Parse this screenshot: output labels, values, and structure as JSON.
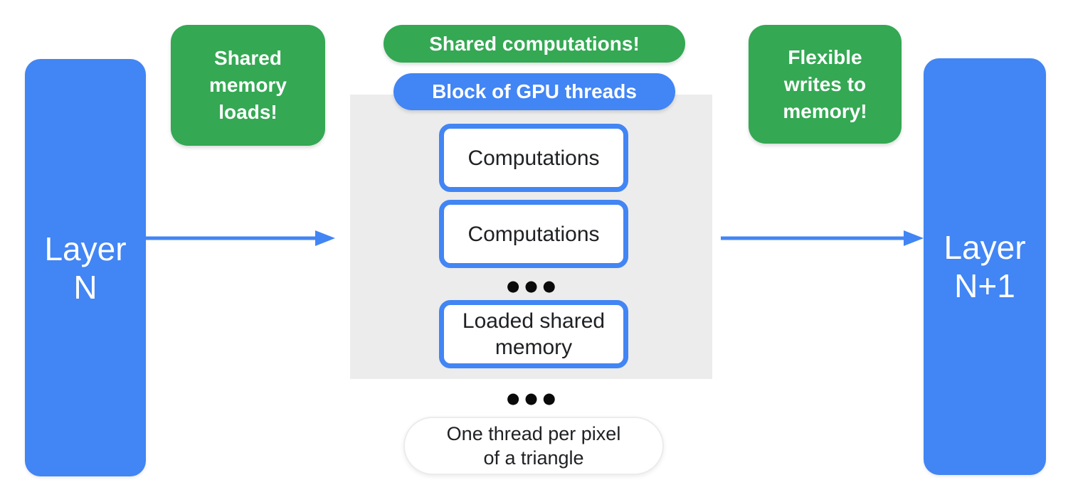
{
  "colors": {
    "blue": "#4285F4",
    "green": "#34A853",
    "panel_gray": "#ECECEC",
    "text_dark": "#202124",
    "text_white": "#FFFFFF"
  },
  "layers": {
    "left": {
      "lines": [
        "Layer",
        "N"
      ]
    },
    "right": {
      "lines": [
        "Layer",
        "N+1"
      ]
    }
  },
  "callouts": {
    "shared_memory_loads": {
      "lines": [
        "Shared",
        "memory",
        "loads!"
      ]
    },
    "shared_computations": {
      "label": "Shared computations!"
    },
    "flexible_writes": {
      "lines": [
        "Flexible",
        "writes to",
        "memory!"
      ]
    }
  },
  "gpu_block": {
    "title": "Block of GPU threads",
    "items": [
      "Computations",
      "Computations"
    ],
    "ellipsis": "●●●",
    "memory_box": {
      "lines": [
        "Loaded shared",
        "memory"
      ]
    }
  },
  "footer": {
    "ellipsis": "●●●",
    "note": {
      "lines": [
        "One thread per pixel",
        "of a triangle"
      ]
    }
  }
}
